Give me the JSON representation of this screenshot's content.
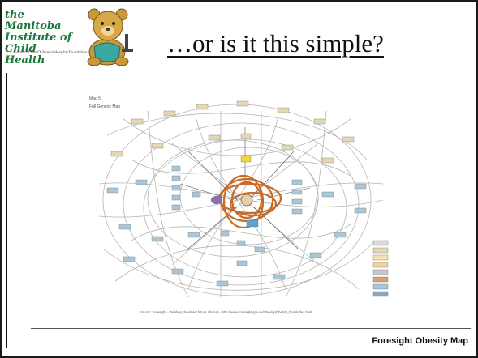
{
  "slide": {
    "title": "…or is it this simple?",
    "footer": "Foresight Obesity Map"
  },
  "logo": {
    "line1": "the Manitoba",
    "line2": "Institute of",
    "line3": "Child Health",
    "subline": "a division of The Children's Hospital Foundation"
  },
  "map": {
    "heading": "Map 5",
    "subheading": "Full Generic Map",
    "source": "Source: Foresight - Tackling obesities: future choices - http://www.foresight.gov.uk/Obesity/Obesity_final/index.html",
    "colors": {
      "loop": "#c86a28",
      "node_blue": "#a9c6d8",
      "node_tan": "#e6d7b4",
      "node_yellow": "#f3d23c",
      "node_purple": "#8b6fb3",
      "edge": "#b5b5b5"
    }
  }
}
